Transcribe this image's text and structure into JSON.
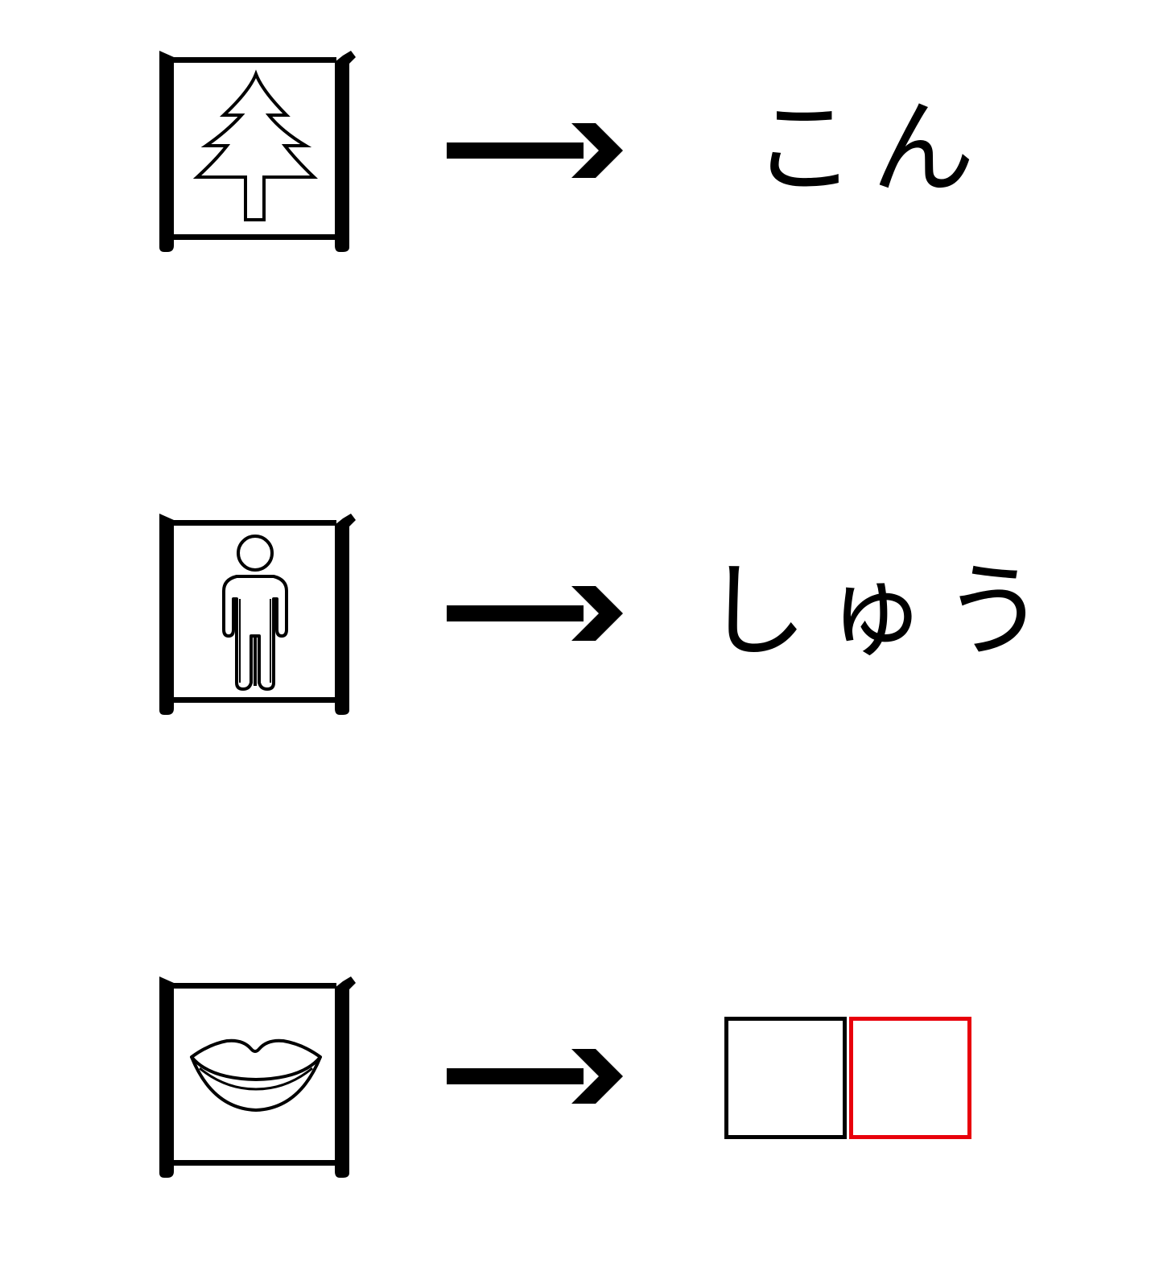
{
  "colors": {
    "ink": "#000000",
    "highlight": "#e8000b",
    "background": "#ffffff"
  },
  "rows": [
    {
      "radical": "enclosure-radical",
      "inner_icon": "tree-icon",
      "reading": "こん"
    },
    {
      "radical": "enclosure-radical",
      "inner_icon": "person-icon",
      "reading": "しゅう"
    },
    {
      "radical": "enclosure-radical",
      "inner_icon": "mouth-icon",
      "reading": "",
      "answer_boxes": [
        {
          "color": "#000000"
        },
        {
          "color": "#e8000b"
        }
      ]
    }
  ]
}
